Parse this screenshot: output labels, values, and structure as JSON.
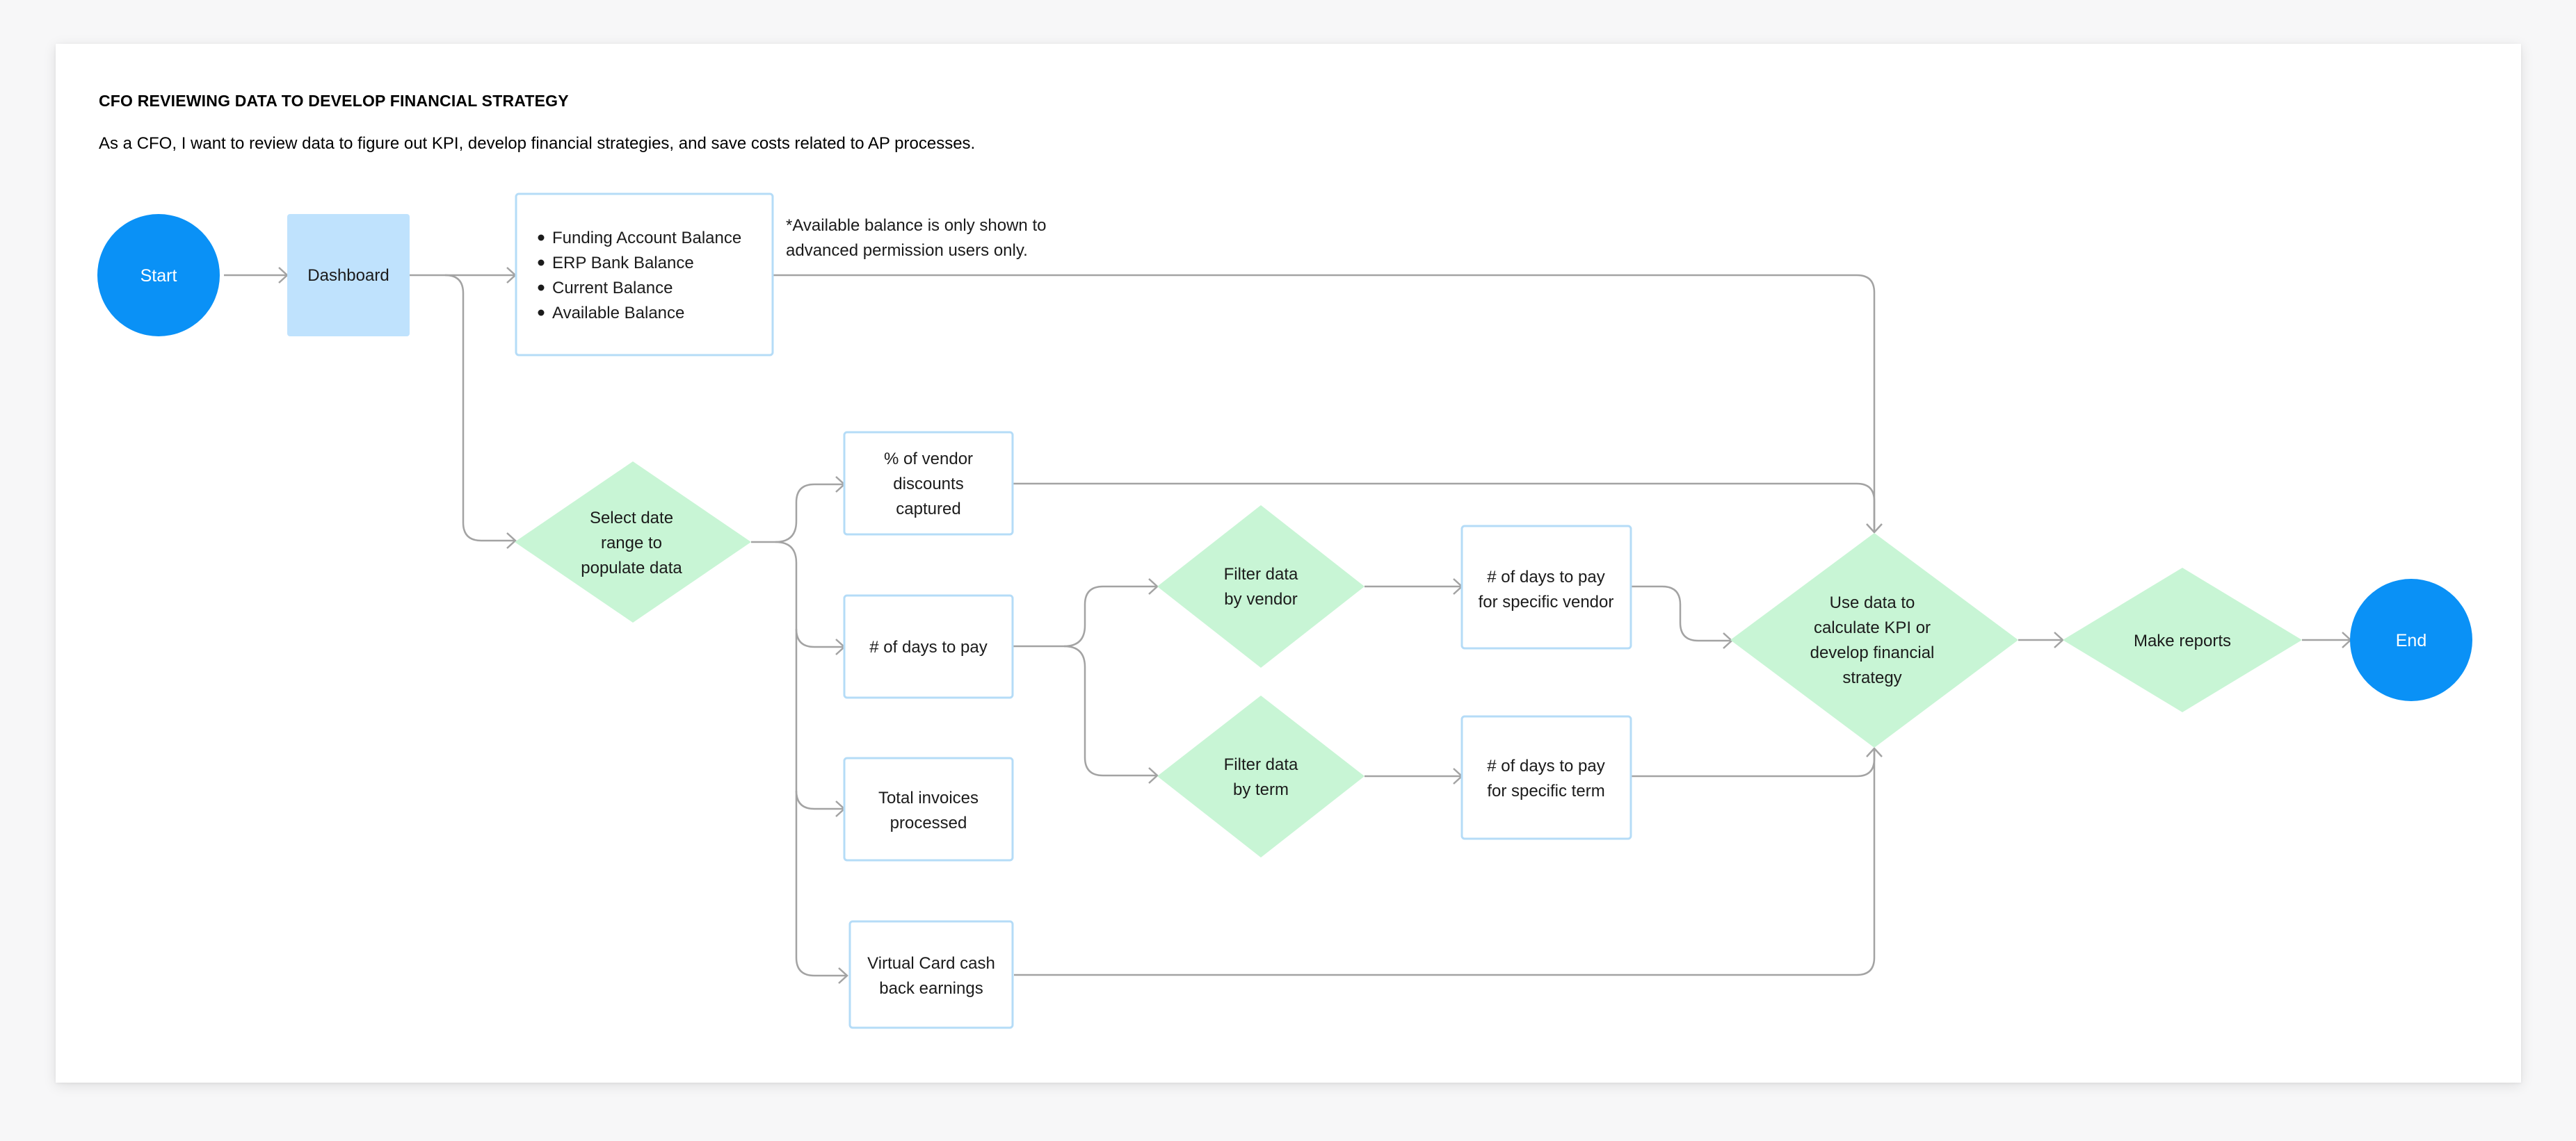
{
  "header": {
    "title": "CFO REVIEWING DATA TO DEVELOP FINANCIAL STRATEGY",
    "subtitle": "As a CFO, I want to review data to figure out KPI, develop financial strategies, and save costs related to AP processes."
  },
  "nodes": {
    "start": "Start",
    "dashboard": "Dashboard",
    "balances": [
      "Funding Account Balance",
      "ERP Bank Balance",
      "Current Balance",
      "Available Balance"
    ],
    "balance_note": [
      "*Available balance is only shown to",
      "advanced permission users only."
    ],
    "select_date": [
      "Select date",
      "range to",
      "populate data"
    ],
    "vendor_discounts": [
      "% of vendor",
      "discounts",
      "captured"
    ],
    "days_to_pay": [
      "# of days to pay"
    ],
    "total_invoices": [
      "Total invoices",
      "processed"
    ],
    "virtual_card": [
      "Virtual Card cash",
      "back earnings"
    ],
    "filter_vendor": [
      "Filter data",
      "by vendor"
    ],
    "filter_term": [
      "Filter data",
      "by term"
    ],
    "days_vendor": [
      "# of days to pay",
      "for specific vendor"
    ],
    "days_term": [
      "# of days to pay",
      "for specific term"
    ],
    "use_data": [
      "Use data to",
      "calculate KPI or",
      "develop financial",
      "strategy"
    ],
    "make_reports": [
      "Make reports"
    ],
    "end": "End"
  },
  "colors": {
    "circle": "#0a91f6",
    "dashboard": "#bfe2fd",
    "diamond": "#c8f5d5",
    "box_border": "#b5dcf7",
    "connector": "#a3a3a3"
  }
}
